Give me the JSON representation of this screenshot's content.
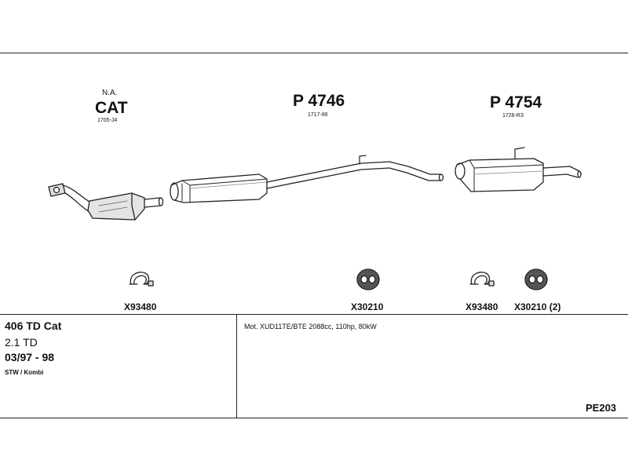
{
  "parts": [
    {
      "top": "N.A.",
      "name": "CAT",
      "code": "1705-J4"
    },
    {
      "name": "P 4746",
      "code": "1717-86"
    },
    {
      "name": "P 4754",
      "code": "1726-R3"
    }
  ],
  "fittings": [
    {
      "label": "X93480",
      "icon": "clamp-icon"
    },
    {
      "label": "X30210",
      "icon": "rubber-mount-icon"
    },
    {
      "label": "X93480",
      "icon": "clamp-icon"
    },
    {
      "label": "X30210 (2)",
      "icon": "rubber-mount-icon"
    }
  ],
  "vehicle": {
    "model": "406 TD Cat",
    "engine": "2.1 TD",
    "years": "03/97 - 98",
    "body": "STW / Kombi"
  },
  "motor_spec": "Mot. XUD11TE/BTE 2088cc, 110hp, 80kW",
  "diagram_id": "PE203"
}
